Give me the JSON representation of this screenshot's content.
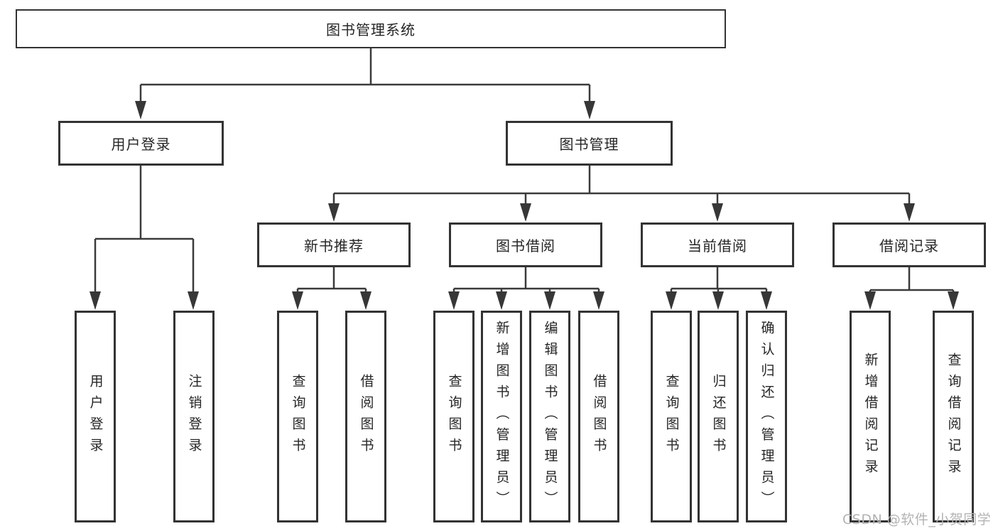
{
  "diagram_title": "图书管理系统",
  "tree": {
    "root": "图书管理系统",
    "branches": [
      {
        "label": "用户登录",
        "children": [
          "用户登录",
          "注销登录"
        ]
      },
      {
        "label": "图书管理",
        "groups": [
          {
            "label": "新书推荐",
            "children": [
              "查询图书",
              "借阅图书"
            ]
          },
          {
            "label": "图书借阅",
            "children": [
              "查询图书",
              "新增图书（管理员）",
              "编辑图书（管理员）",
              "借阅图书"
            ]
          },
          {
            "label": "当前借阅",
            "children": [
              "查询图书",
              "归还图书",
              "确认归还（管理员）"
            ]
          },
          {
            "label": "借阅记录",
            "children": [
              "新增借阅记录",
              "查询借阅记录"
            ]
          }
        ]
      }
    ]
  },
  "watermark": "CSDN @软件_小贺同学",
  "colors": {
    "box_border": "#333333",
    "connector_line": "#3a3a3a",
    "text": "#262626",
    "watermark": "#b3b3b3",
    "background": "#ffffff"
  }
}
